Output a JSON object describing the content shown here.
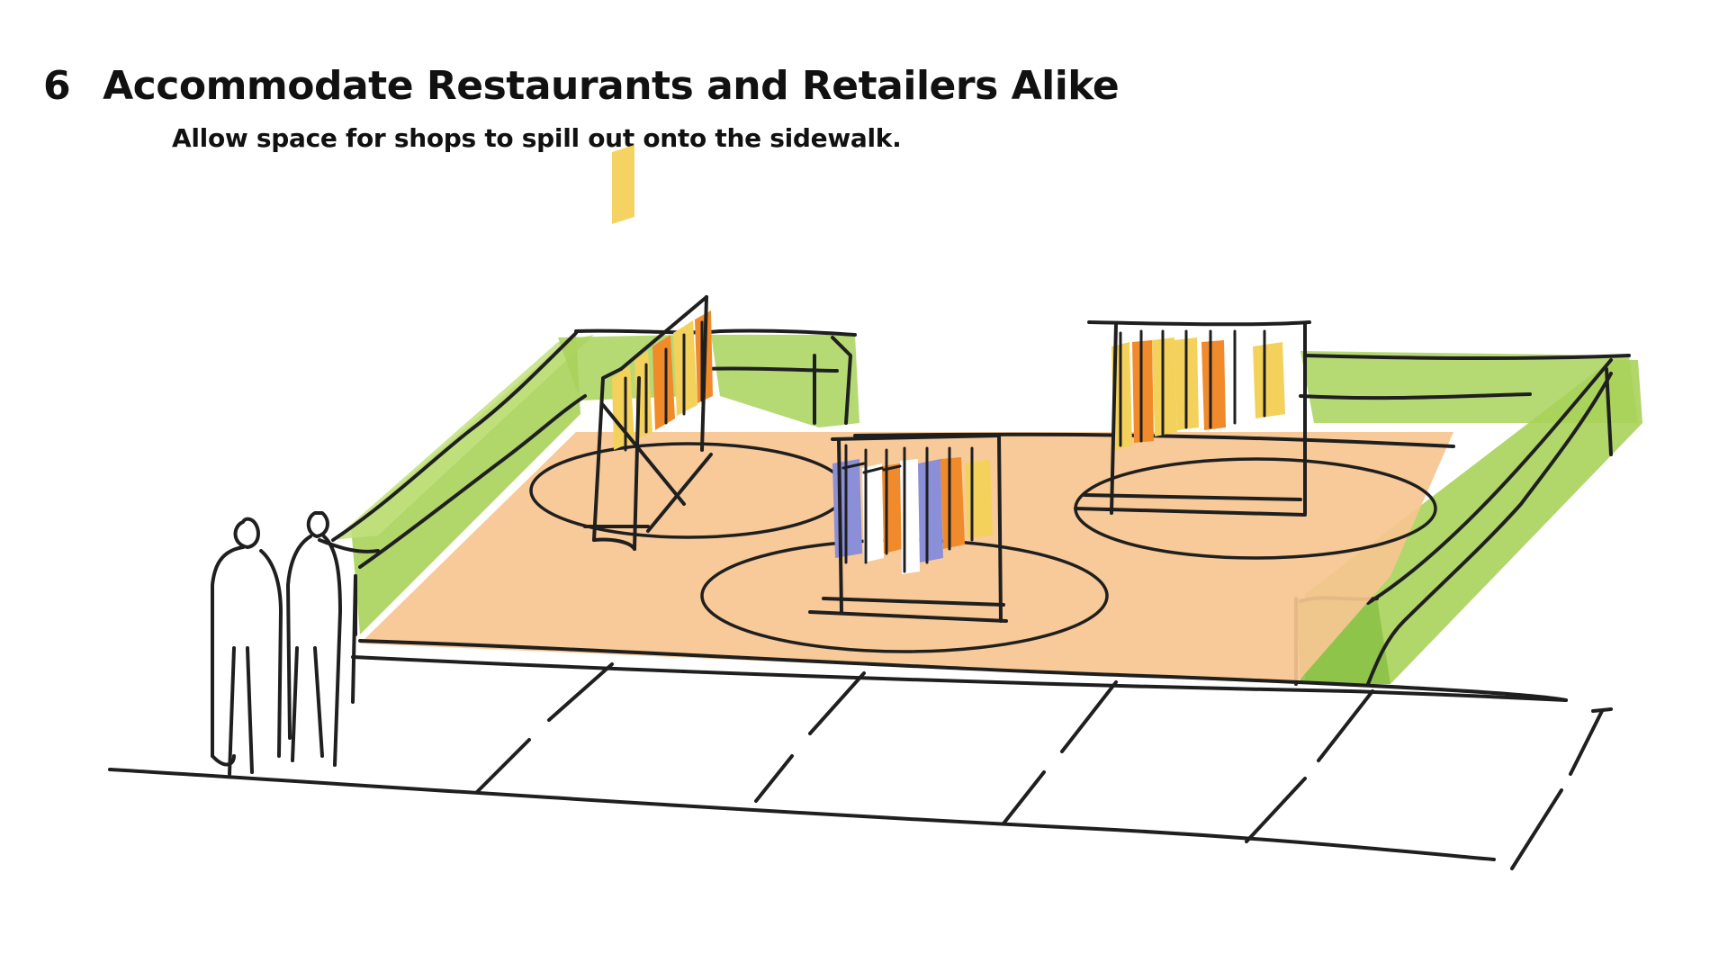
{
  "heading": {
    "number": "6",
    "title": "Accommodate Restaurants and Retailers Alike"
  },
  "subheading": "Allow space for shops to spill out onto the sidewalk.",
  "colors": {
    "plaza": "#f7c690",
    "hedge": "#a8d25a",
    "hedge_dark": "#7fb83c",
    "garment_yellow": "#f3d15a",
    "garment_orange": "#f08a2a",
    "garment_blue": "#8a8fd8",
    "ink": "#1f1f1f"
  }
}
